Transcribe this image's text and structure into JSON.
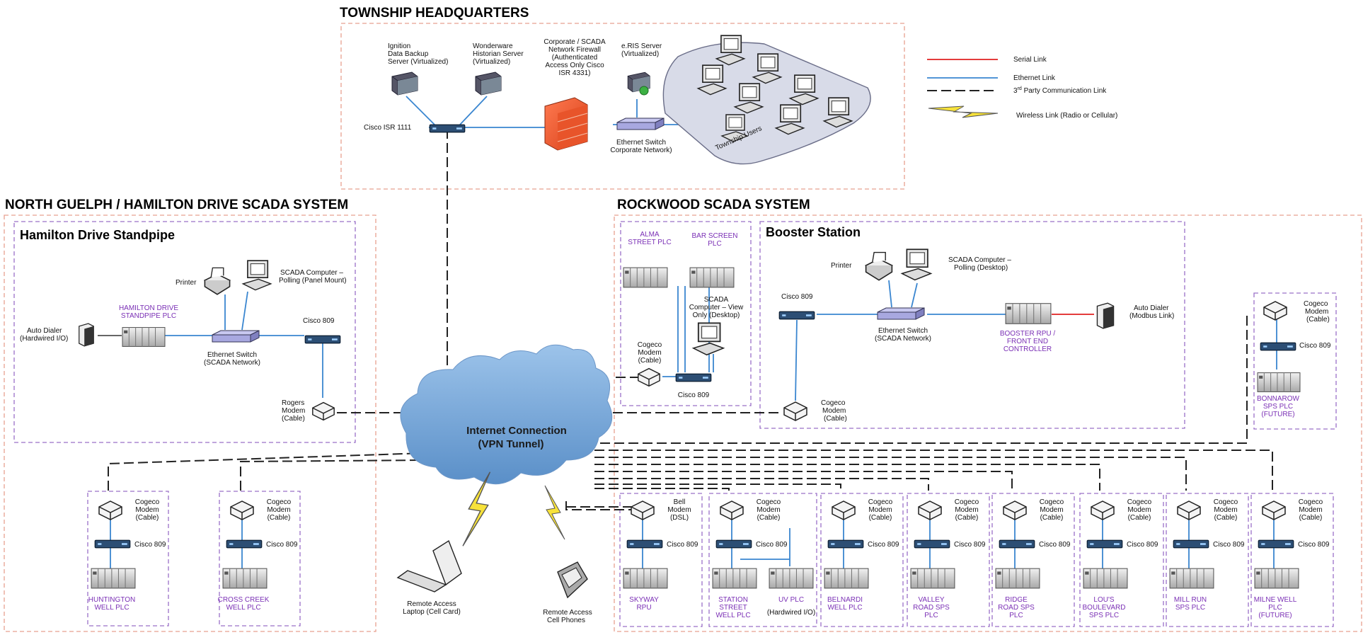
{
  "sections": {
    "township_hq": "TOWNSHIP HEADQUARTERS",
    "north_guelph": "NORTH GUELPH / HAMILTON DRIVE SCADA SYSTEM",
    "rockwood": "ROCKWOOD SCADA SYSTEM",
    "hamilton_standpipe": "Hamilton Drive Standpipe",
    "booster_station": "Booster Station"
  },
  "legend": {
    "serial": "Serial Link",
    "ethernet": "Ethernet Link",
    "third_party_pre": "3",
    "third_party_sup": "rd",
    "third_party_post": " Party Communication Link",
    "wireless": "Wireless Link (Radio or Cellular)"
  },
  "hq": {
    "ignition": [
      "Ignition",
      "Data Backup",
      "Server (Virtualized)"
    ],
    "wonderware": [
      "Wonderware",
      "Historian Server",
      "(Virtualized)"
    ],
    "firewall": [
      "Corporate / SCADA",
      "Network Firewall",
      "(Authenticated",
      "Access Only Cisco",
      "ISR 4331)"
    ],
    "eris": [
      "e.RIS Server",
      "(Virtualized)"
    ],
    "cisco_isr": "Cisco ISR 1111",
    "switch": [
      "Ethernet Switch",
      "Corporate Network)"
    ],
    "users": "Township Users"
  },
  "hamilton": {
    "printer": "Printer",
    "scada_pc": [
      "SCADA Computer –",
      "Polling (Panel Mount)"
    ],
    "plc": [
      "HAMILTON DRIVE",
      "STANDPIPE PLC"
    ],
    "autodialer": [
      "Auto Dialer",
      "(Hardwired I/O)"
    ],
    "switch": [
      "Ethernet Switch",
      "(SCADA Network)"
    ],
    "cisco": "Cisco 809",
    "modem": [
      "Rogers",
      "Modem",
      "(Cable)"
    ]
  },
  "rockwood_left": {
    "alma": [
      "ALMA",
      "STREET PLC"
    ],
    "barscreen": [
      "BAR SCREEN",
      "PLC"
    ],
    "scada_view": [
      "SCADA",
      "Computer – View",
      "Only (Desktop)"
    ],
    "modem": [
      "Cogeco",
      "Modem",
      "(Cable)"
    ],
    "cisco": "Cisco 809"
  },
  "booster": {
    "printer": "Printer",
    "scada_pc": [
      "SCADA Computer –",
      "Polling (Desktop)"
    ],
    "cisco": "Cisco 809",
    "switch": [
      "Ethernet Switch",
      "(SCADA Network)"
    ],
    "rpu": [
      "BOOSTER RPU /",
      "FRONT END",
      "CONTROLLER"
    ],
    "autodialer": [
      "Auto Dialer",
      "(Modbus Link)"
    ],
    "modem": [
      "Cogeco",
      "Modem",
      "(Cable)"
    ]
  },
  "bonnarow": {
    "modem": [
      "Cogeco",
      "Modem",
      "(Cable)"
    ],
    "cisco": "Cisco 809",
    "plc": [
      "BONNAROW",
      "SPS PLC",
      "(FUTURE)"
    ]
  },
  "cloud": [
    "Internet Connection",
    "(VPN Tunnel)"
  ],
  "remote": {
    "laptop": [
      "Remote Access",
      "Laptop (Cell Card)"
    ],
    "phones": [
      "Remote Access",
      "Cell Phones"
    ]
  },
  "bottom_sites": [
    {
      "modem": [
        "Cogeco",
        "Modem",
        "(Cable)"
      ],
      "cisco": "Cisco 809",
      "plc": [
        "HUNTINGTON",
        "WELL PLC"
      ]
    },
    {
      "modem": [
        "Cogeco",
        "Modem",
        "(Cable)"
      ],
      "cisco": "Cisco 809",
      "plc": [
        "CROSS CREEK",
        "WELL PLC"
      ]
    },
    {
      "modem": [
        "Bell",
        "Modem",
        "(DSL)"
      ],
      "cisco": "Cisco 809",
      "plc": [
        "SKYWAY",
        "RPU"
      ]
    },
    {
      "modem": [
        "Cogeco",
        "Modem",
        "(Cable)"
      ],
      "cisco": "Cisco 809",
      "plc": [
        "STATION",
        "STREET",
        "WELL PLC"
      ],
      "plc2": [
        "UV PLC",
        "(Hardwired I/O)"
      ]
    },
    {
      "modem": [
        "Cogeco",
        "Modem",
        "(Cable)"
      ],
      "cisco": "Cisco 809",
      "plc": [
        "BELNARDI",
        "WELL PLC"
      ]
    },
    {
      "modem": [
        "Cogeco",
        "Modem",
        "(Cable)"
      ],
      "cisco": "Cisco 809",
      "plc": [
        "VALLEY",
        "ROAD SPS",
        "PLC"
      ]
    },
    {
      "modem": [
        "Cogeco",
        "Modem",
        "(Cable)"
      ],
      "cisco": "Cisco 809",
      "plc": [
        "RIDGE",
        "ROAD SPS",
        "PLC"
      ]
    },
    {
      "modem": [
        "Cogeco",
        "Modem",
        "(Cable)"
      ],
      "cisco": "Cisco 809",
      "plc": [
        "LOU'S",
        "BOULEVARD",
        "SPS PLC"
      ]
    },
    {
      "modem": [
        "Cogeco",
        "Modem",
        "(Cable)"
      ],
      "cisco": "Cisco 809",
      "plc": [
        "MILL RUN",
        "SPS PLC"
      ]
    },
    {
      "modem": [
        "Cogeco",
        "Modem",
        "(Cable)"
      ],
      "cisco": "Cisco 809",
      "plc": [
        "MILNE WELL",
        "PLC",
        "(FUTURE)"
      ]
    }
  ],
  "colors": {
    "serial": "#e02020",
    "ethernet": "#3a86d0",
    "plc_label": "#7a2fb5",
    "hq_border": "#e8a090",
    "site_border": "#9a70c8"
  }
}
